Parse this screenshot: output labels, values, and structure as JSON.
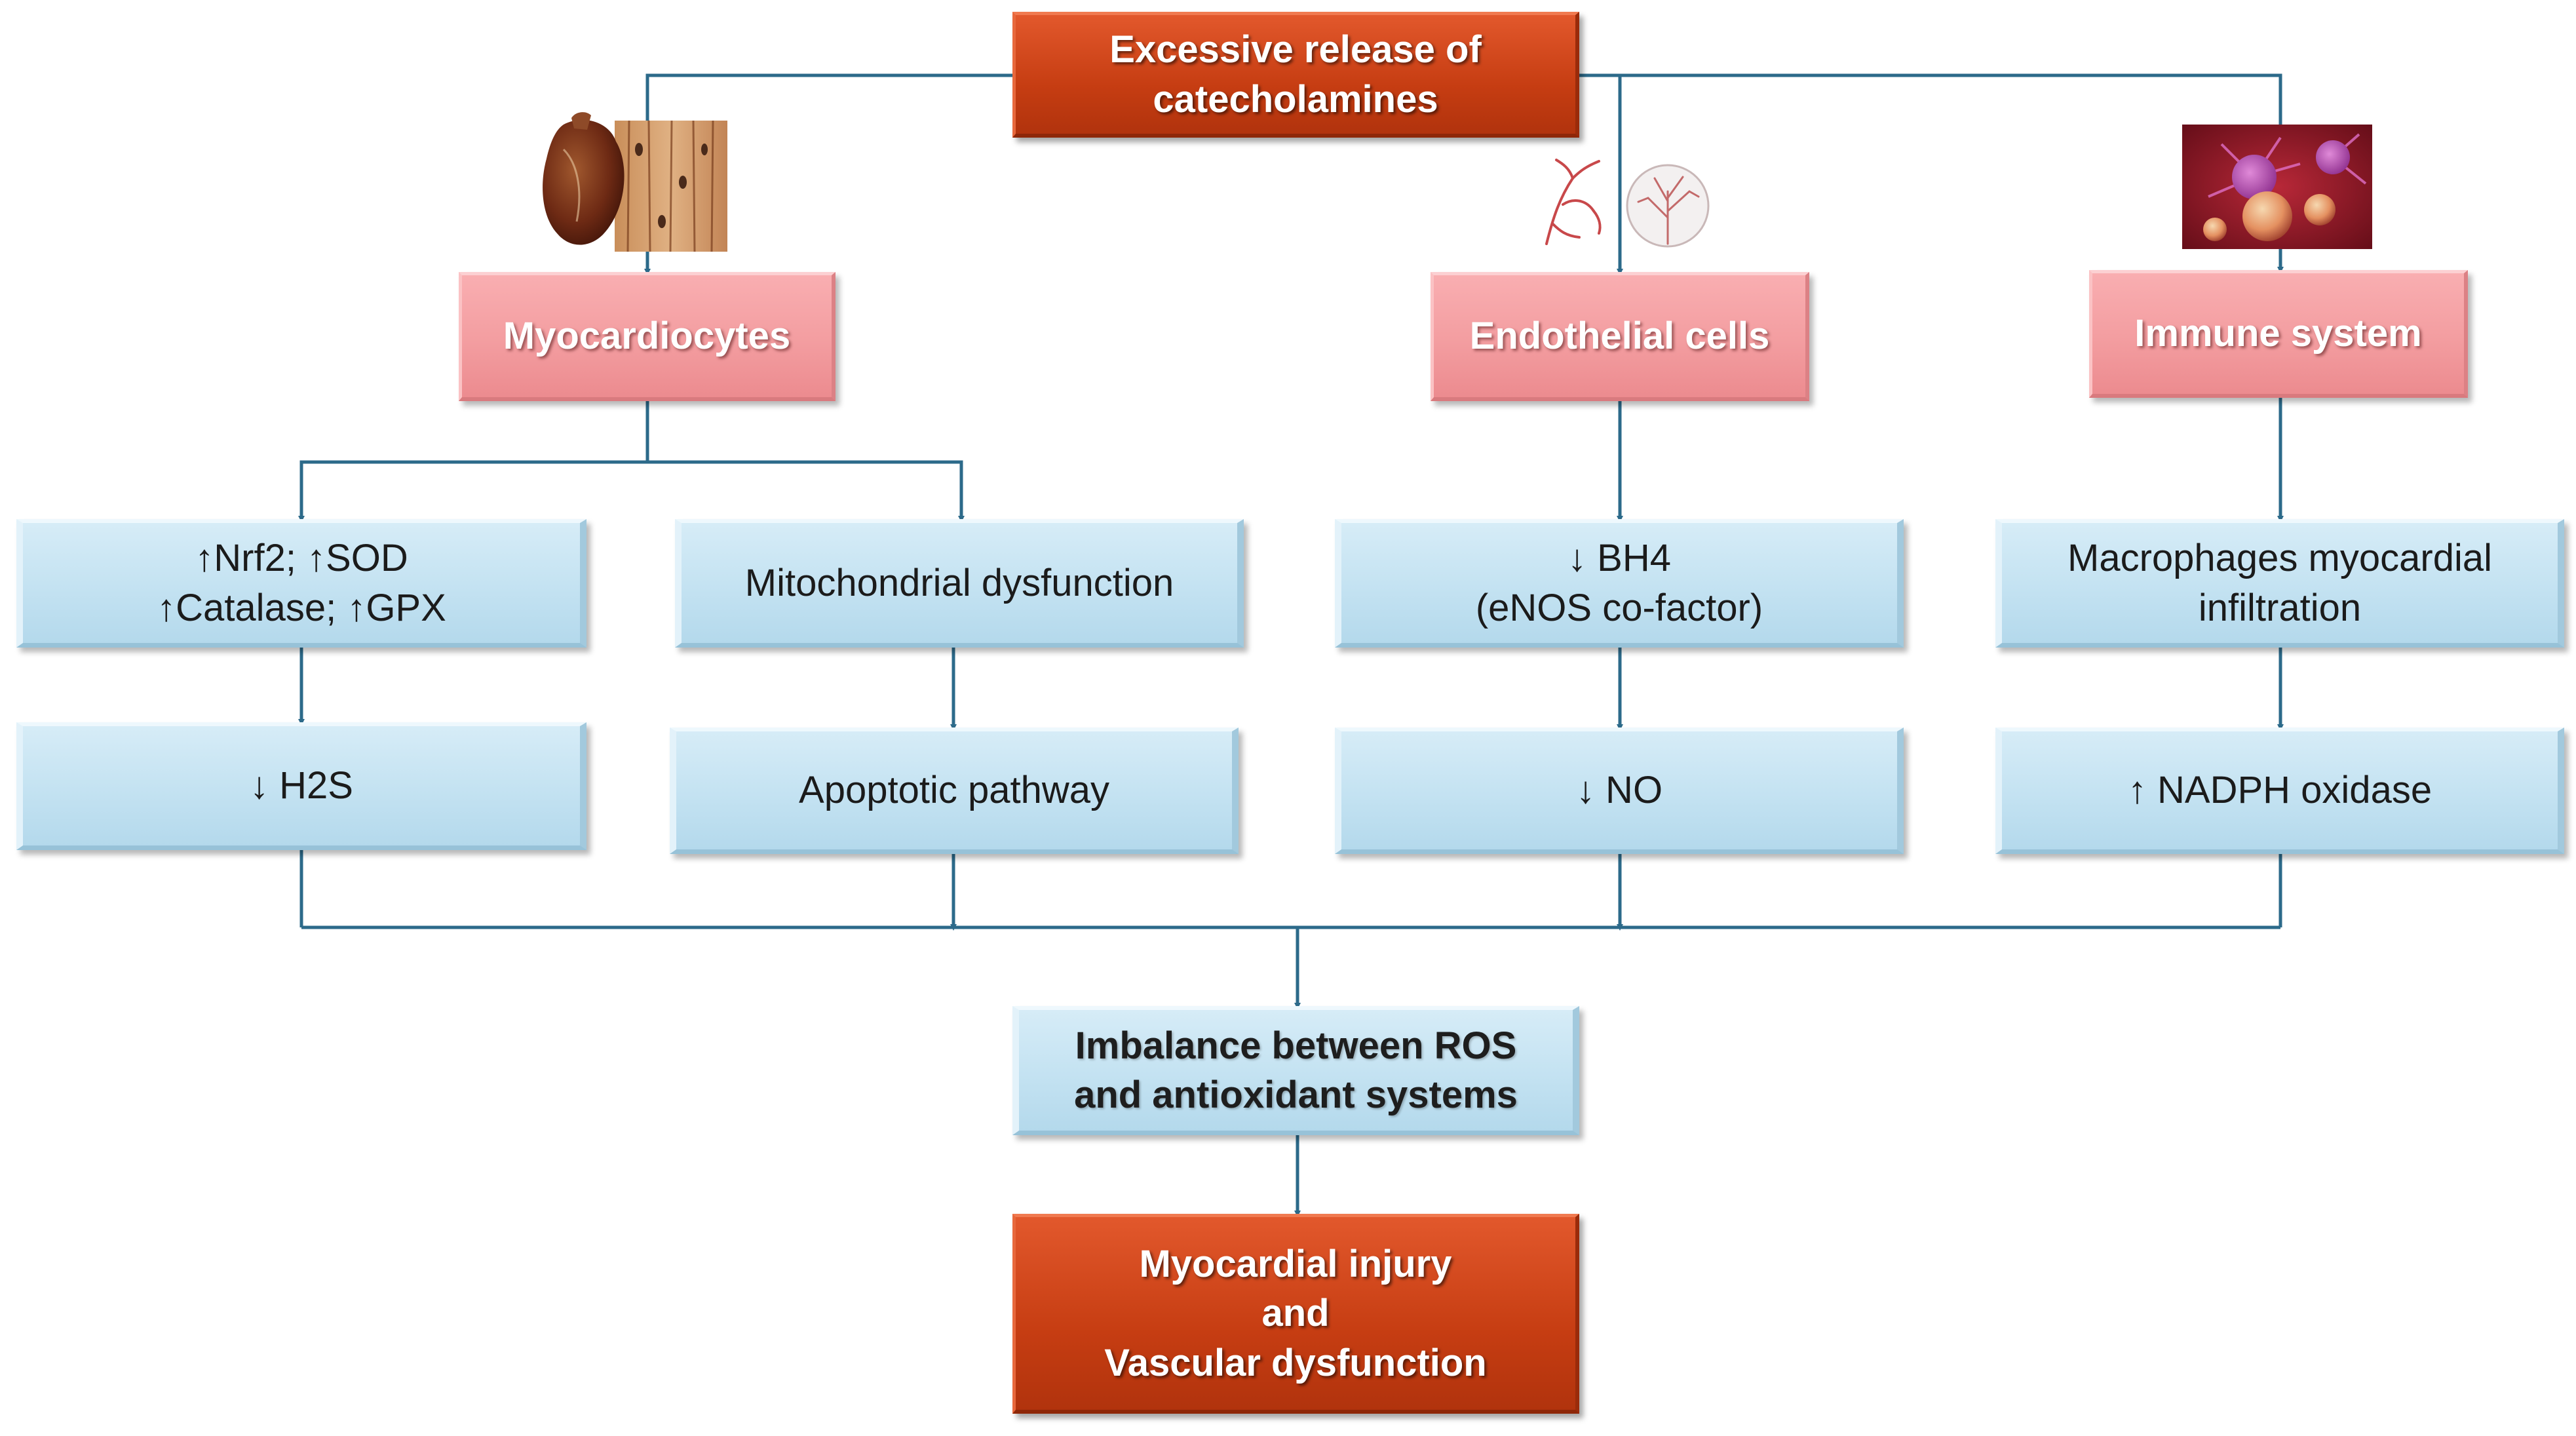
{
  "top": {
    "line1": "Excessive release of",
    "line2": "catecholamines"
  },
  "cells": {
    "myocardiocytes": "Myocardiocytes",
    "endothelial": "Endothelial cells",
    "immune": "Immune system"
  },
  "mechanisms": {
    "antioxidant_line1": "↑Nrf2; ↑SOD",
    "antioxidant_line2": "↑Catalase; ↑GPX",
    "mitochondrial": "Mitochondrial dysfunction",
    "bh4_line1": "↓ BH4",
    "bh4_line2": "(eNOS co-factor)",
    "macrophages_line1": "Macrophages myocardial",
    "macrophages_line2": "infiltration"
  },
  "effects": {
    "h2s": "↓ H2S",
    "apoptotic": "Apoptotic pathway",
    "no": "↓ NO",
    "nadph": "↑ NADPH oxidase"
  },
  "imbalance": {
    "line1": "Imbalance between ROS",
    "line2": "and antioxidant systems"
  },
  "outcome": {
    "line1": "Myocardial injury",
    "line2": "and",
    "line3": "Vascular dysfunction"
  },
  "colors": {
    "connector": "#2c6a8a",
    "red_box": "#c63d12",
    "pink_box": "#f39da0",
    "blue_box": "#c5e3f2"
  },
  "icons": [
    "heart-tissue-illustration",
    "vessel-illustration",
    "immune-cell-illustration"
  ]
}
